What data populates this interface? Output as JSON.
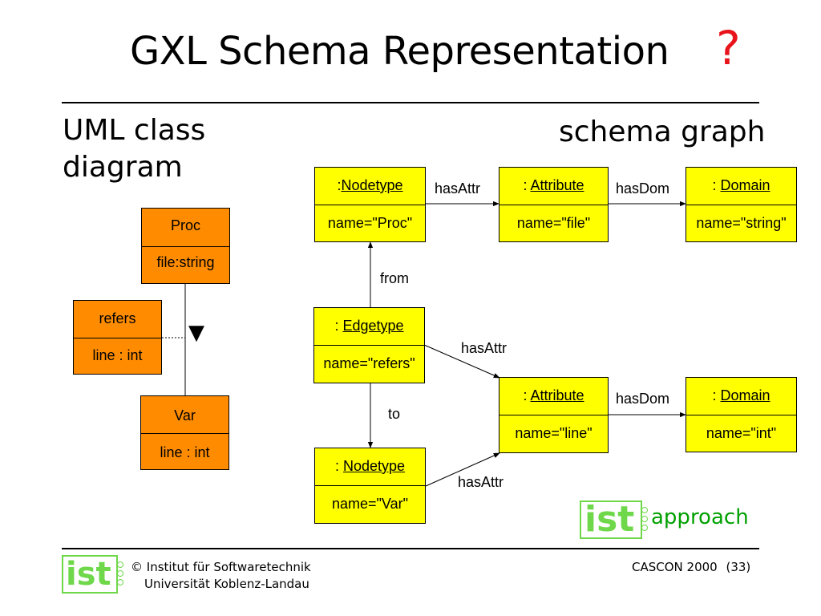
{
  "slide": {
    "title": "GXL Schema Representation",
    "question_mark": "?"
  },
  "headings": {
    "uml": "UML class diagram",
    "uml_line1": "UML class",
    "uml_line2": "diagram",
    "graph": "schema graph"
  },
  "uml_diagram": {
    "classes": [
      {
        "id": "proc",
        "name": "Proc",
        "attribute": "file:string"
      },
      {
        "id": "refers",
        "name": "refers",
        "attribute": "line : int"
      },
      {
        "id": "var",
        "name": "Var",
        "attribute": "line : int"
      }
    ],
    "association_direction_glyph": "▼"
  },
  "schema_graph": {
    "nodes": [
      {
        "id": "nodetype-proc",
        "prefix": ":",
        "type": "Nodetype",
        "value": "name=\"Proc\""
      },
      {
        "id": "attribute-file",
        "prefix": ": ",
        "type": "Attribute",
        "value": "name=\"file\""
      },
      {
        "id": "domain-string",
        "prefix": ": ",
        "type": "Domain",
        "value": "name=\"string\""
      },
      {
        "id": "edgetype-refers",
        "prefix": ": ",
        "type": "Edgetype",
        "value": "name=\"refers\""
      },
      {
        "id": "attribute-line",
        "prefix": ": ",
        "type": "Attribute",
        "value": "name=\"line\""
      },
      {
        "id": "domain-int",
        "prefix": ": ",
        "type": "Domain",
        "value": "name=\"int\""
      },
      {
        "id": "nodetype-var",
        "prefix": ": ",
        "type": "Nodetype",
        "value": "name=\"Var\""
      }
    ],
    "edges": [
      {
        "from": "nodetype-proc",
        "to": "attribute-file",
        "label": "hasAttr"
      },
      {
        "from": "attribute-file",
        "to": "domain-string",
        "label": "hasDom"
      },
      {
        "from": "edgetype-refers",
        "to": "nodetype-proc",
        "label": "from"
      },
      {
        "from": "edgetype-refers",
        "to": "attribute-line",
        "label": "hasAttr"
      },
      {
        "from": "attribute-line",
        "to": "domain-int",
        "label": "hasDom"
      },
      {
        "from": "edgetype-refers",
        "to": "nodetype-var",
        "label": "to"
      },
      {
        "from": "nodetype-var",
        "to": "attribute-line",
        "label": "hasAttr"
      }
    ]
  },
  "logos": {
    "ist_text": "ist",
    "approach_text": "approach"
  },
  "footer": {
    "copyright_symbol": "©",
    "institute": "Institut für Softwaretechnik",
    "university": "Universität Koblenz-Landau",
    "conference": "CASCON 2000",
    "page": "(33)"
  },
  "colors": {
    "uml_class_fill": "#ff8c00",
    "node_fill": "#ffff00",
    "question_mark": "#e8141c",
    "ist_green": "#6fd84a",
    "approach_green": "#00a000"
  }
}
